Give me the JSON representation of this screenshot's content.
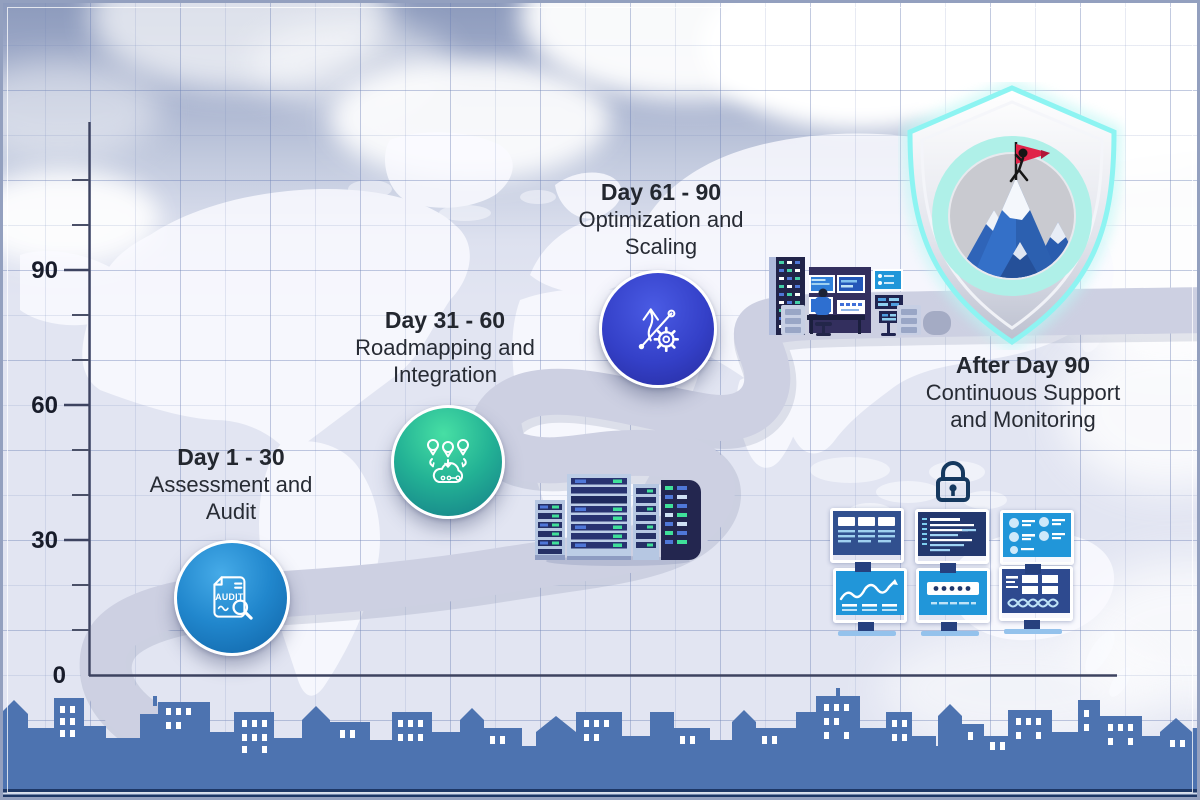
{
  "axis": {
    "labels": [
      "90",
      "60",
      "30",
      "0"
    ]
  },
  "phases": [
    {
      "range": "Day 1 - 30",
      "title": "Assessment and Audit",
      "icon": "audit-document-icon"
    },
    {
      "range": "Day 31 - 60",
      "title": "Roadmapping and Integration",
      "icon": "location-pins-network-icon"
    },
    {
      "range": "Day 61 - 90",
      "title": "Optimization and Scaling",
      "icon": "growth-arrow-gear-icon"
    },
    {
      "range": "After Day 90",
      "title": "Continuous Support and Monitoring",
      "icon": "shield-summit-flag-icon"
    }
  ],
  "audit_icon": {
    "label": "AUDIT"
  },
  "colors": {
    "phase1_circle": "#1f86cb",
    "phase2_circle": "#1fae94",
    "phase3_circle": "#3340c8",
    "road": "#cdd0e2",
    "skyline": "#4d73b0",
    "shield_glow": "#8df4f2",
    "monitor_blue": "#2196d9",
    "monitor_navy": "#30508f",
    "lock": "#16395f",
    "flag": "#e02348",
    "server_led_green": "#3fe09a",
    "text": "#23272f"
  }
}
